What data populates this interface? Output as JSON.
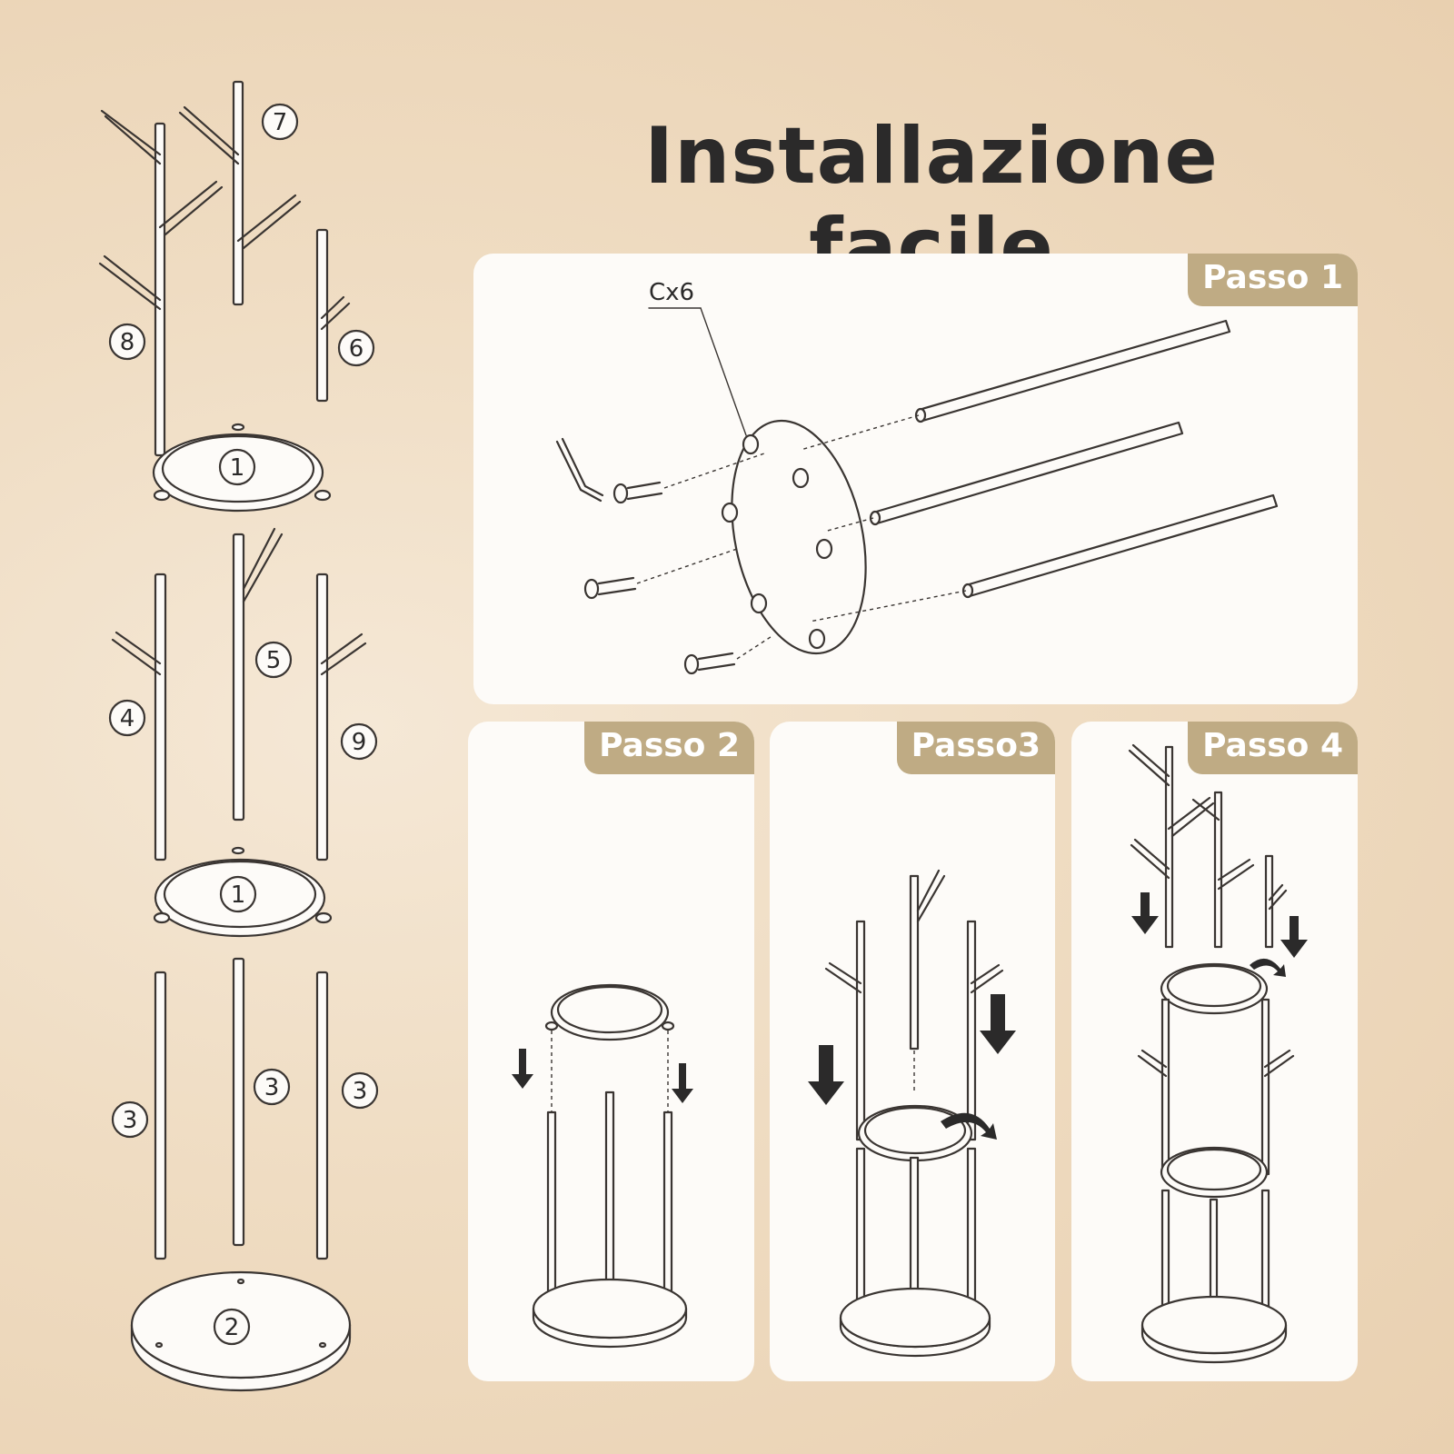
{
  "title": "Installazione facile",
  "parts": {
    "p1a": "1",
    "p1b": "1",
    "p2": "2",
    "p3a": "3",
    "p3b": "3",
    "p3c": "3",
    "p4": "4",
    "p5": "5",
    "p6": "6",
    "p7": "7",
    "p8": "8",
    "p9": "9"
  },
  "steps": {
    "step1": "Passo 1",
    "step2": "Passo 2",
    "step3": "Passo3",
    "step4": "Passo 4"
  },
  "hardware_label": "Cx6"
}
